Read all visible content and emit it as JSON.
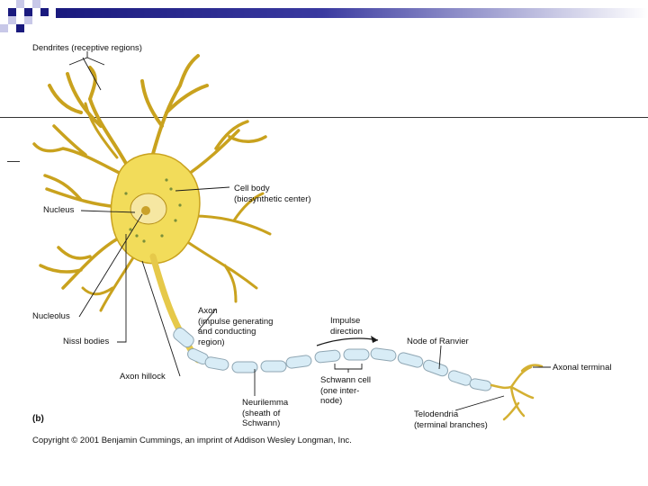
{
  "labels": {
    "dendrites": "Dendrites (receptive regions)",
    "cell_body": [
      "Cell body",
      "(biosynthetic center)"
    ],
    "nucleus": "Nucleus",
    "nucleolus": "Nucleolus",
    "nissl_bodies": "Nissl bodies",
    "axon": [
      "Axon",
      "(impulse generating",
      "and conducting",
      "region)"
    ],
    "axon_hillock": "Axon hillock",
    "impulse_direction": [
      "Impulse",
      "direction"
    ],
    "node_of_ranvier": "Node of Ranvier",
    "axonal_terminal": "Axonal terminal",
    "schwann_cell": [
      "Schwann cell",
      "(one inter-",
      "node)"
    ],
    "neurilemma": [
      "Neurilemma",
      "(sheath of",
      "Schwann)"
    ],
    "telodendria": [
      "Telodendria",
      "(terminal branches)"
    ]
  },
  "panel_label": "(b)",
  "copyright": "Copyright © 2001 Benjamin Cummings, an imprint of Addison Wesley Longman, Inc.",
  "colors": {
    "cell": "#f2dc5a",
    "cell_edge": "#c9a21e",
    "myelin": "#d8ecf6",
    "accent": "#1a1a7e"
  }
}
